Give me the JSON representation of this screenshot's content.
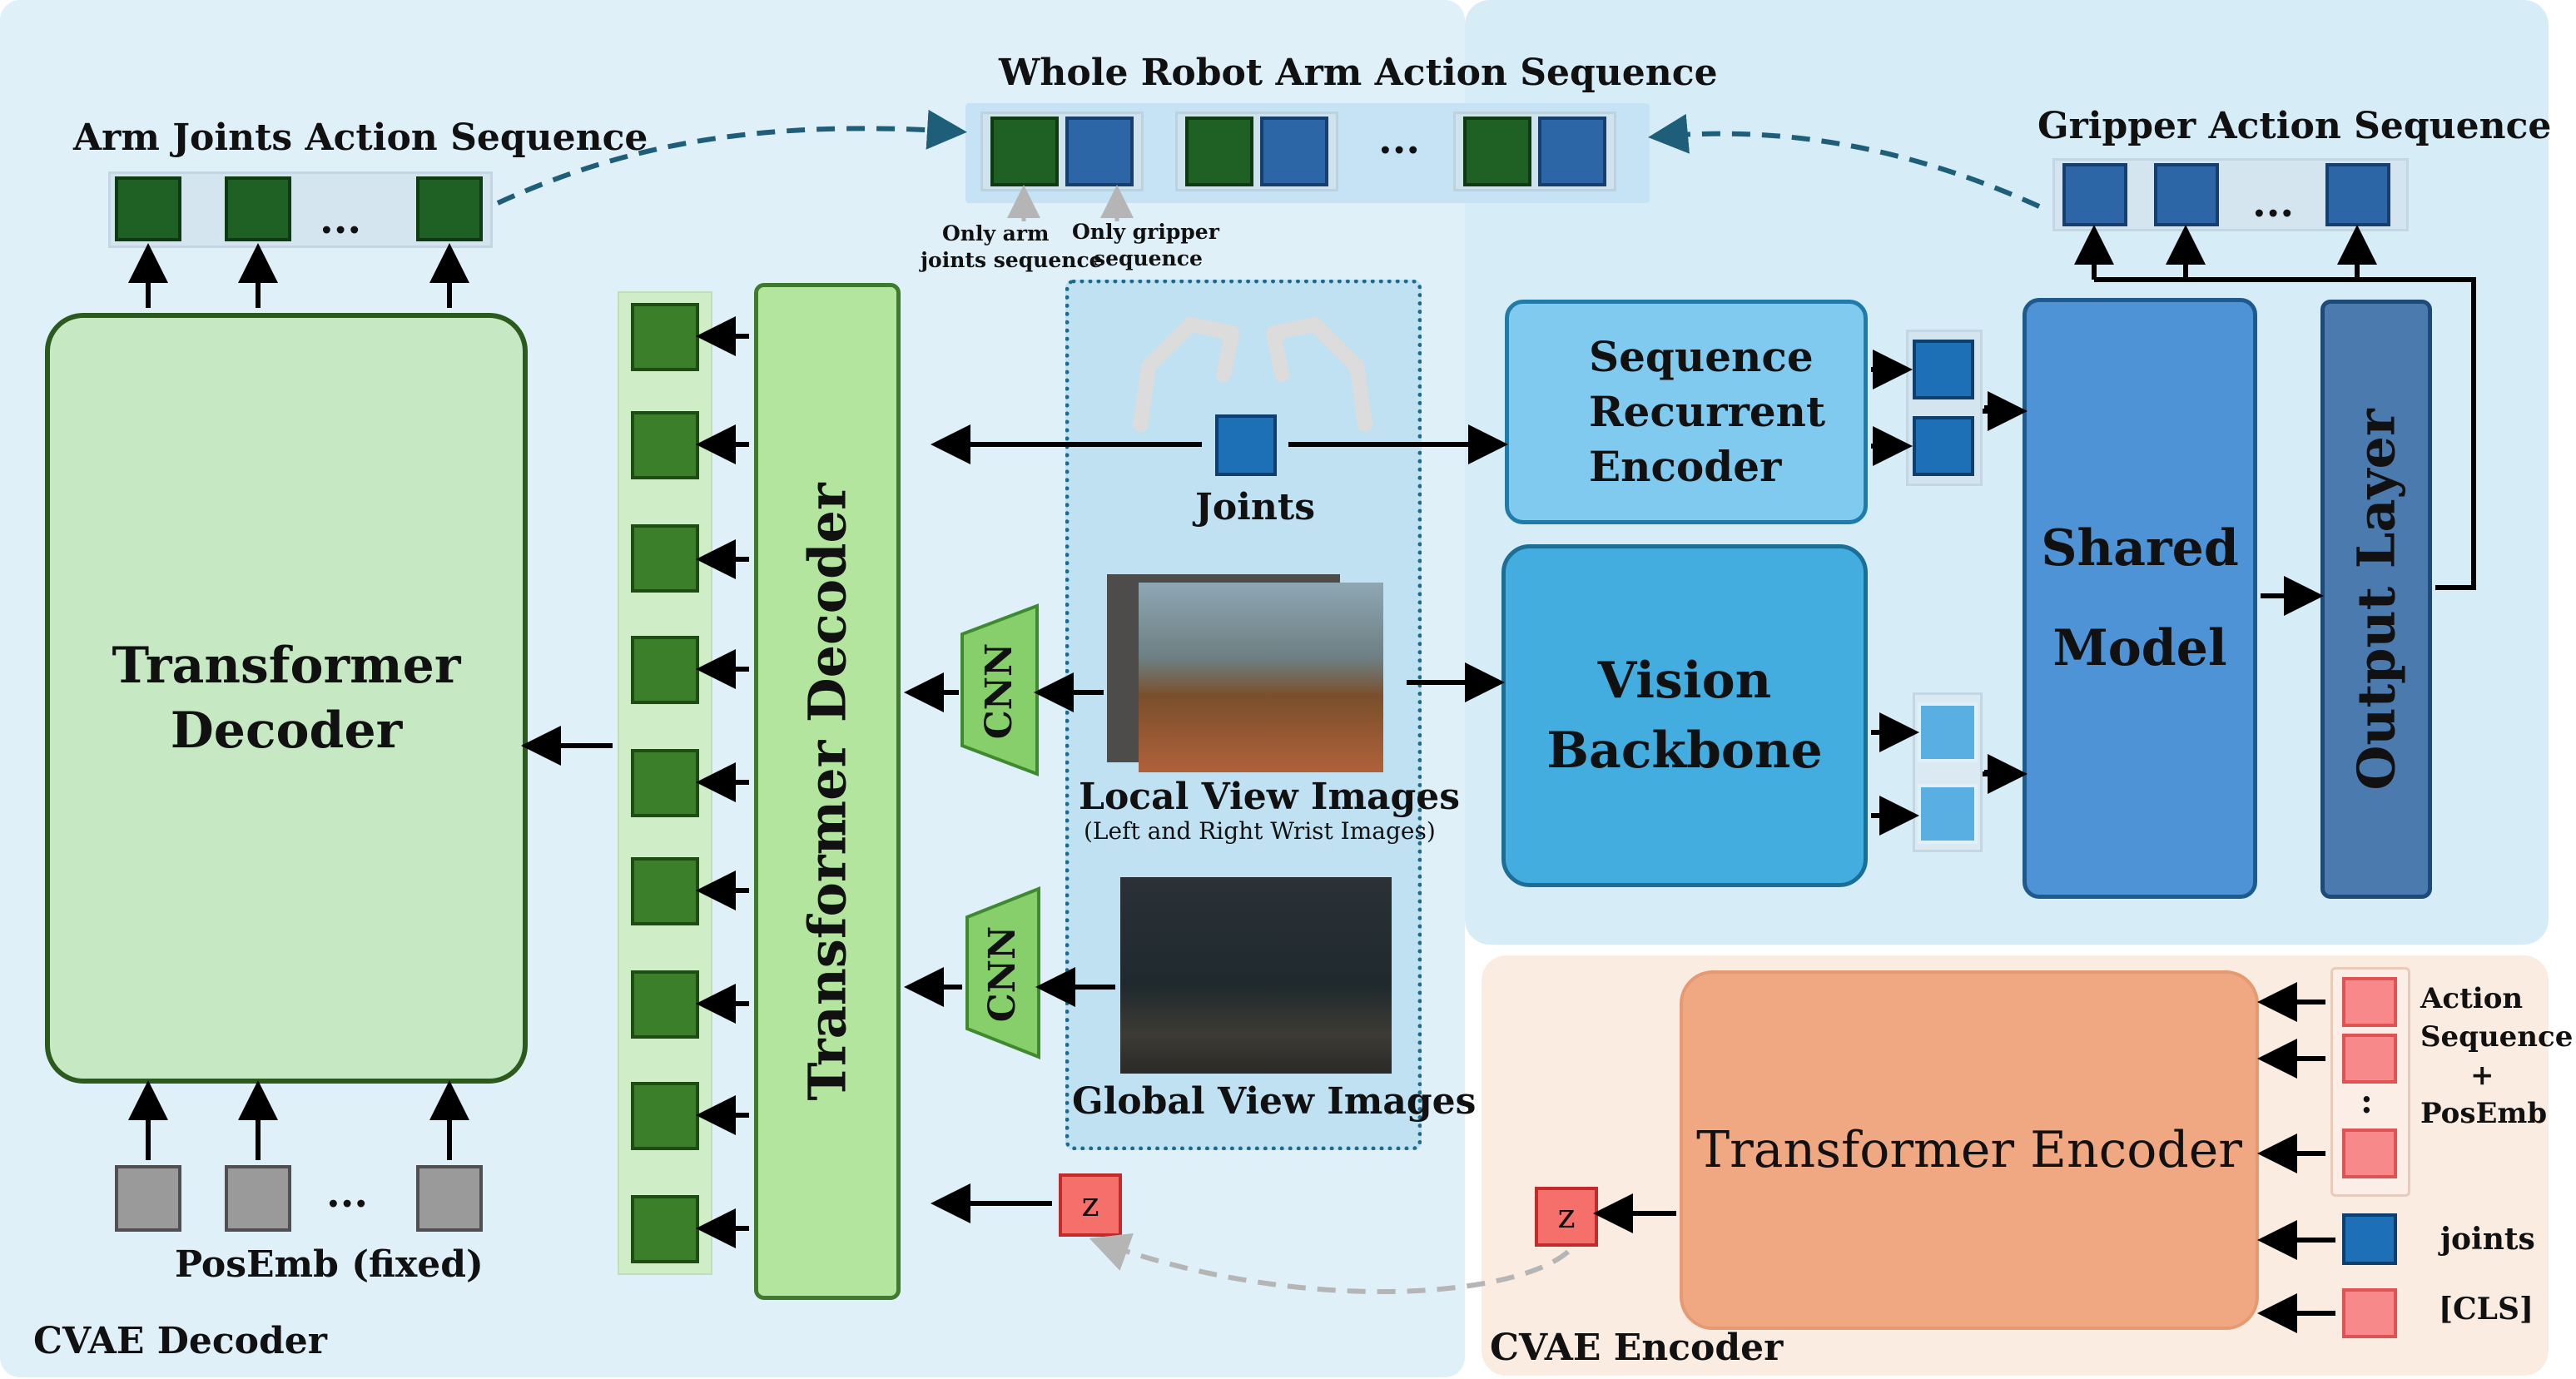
{
  "titles": {
    "whole_sequence": "Whole Robot Arm Action Sequence",
    "arm_joints_sequence": "Arm Joints Action Sequence",
    "gripper_sequence": "Gripper Action Sequence",
    "only_arm_line1": "Only arm",
    "only_arm_line2": "joints sequence",
    "only_gripper_line1": "Only gripper",
    "only_gripper_line2": "sequence",
    "ellipsis": "..."
  },
  "cvae_decoder": {
    "label": "CVAE Decoder",
    "transformer_decoder_big": [
      "Transformer",
      "Decoder"
    ],
    "transformer_decoder_vertical": "Transformer Decoder",
    "posemb": "PosEmb (fixed)",
    "z": "z"
  },
  "inputs": {
    "joints": "Joints",
    "cnn": "CNN",
    "local_view": "Local View Images",
    "local_view_sub": "(Left and Right Wrist Images)",
    "global_view": "Global View Images"
  },
  "right_model": {
    "sequence_encoder": [
      "Sequence",
      "Recurrent",
      "Encoder"
    ],
    "vision_backbone": [
      "Vision",
      "Backbone"
    ],
    "shared_model": [
      "Shared",
      "Model"
    ],
    "output_layer": "Output Layer"
  },
  "cvae_encoder": {
    "label": "CVAE Encoder",
    "transformer_encoder": "Transformer Encoder",
    "action_sequence": "Action",
    "sequence_word": "Sequence",
    "plus": "+",
    "posemb": "PosEmb",
    "joints": "joints",
    "cls": "[CLS]",
    "z": "z",
    "dots": ":"
  },
  "colors": {
    "dark_green": "#1f6124",
    "mid_green": "#3c7f2a",
    "light_green": "#c6e8bf",
    "blue": "#2d66a7",
    "light_blue": "#59aee2",
    "salmon": "#f0a882",
    "pink": "#f8898a"
  }
}
